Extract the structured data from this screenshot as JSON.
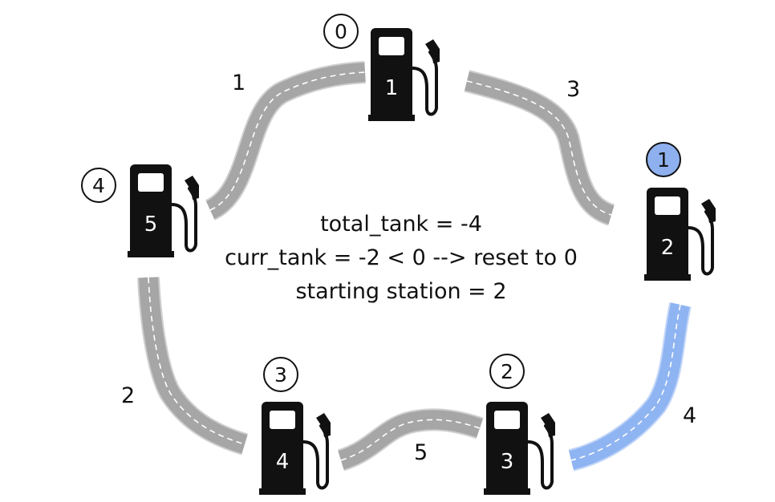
{
  "diagram": {
    "info": {
      "total_tank": "total_tank = -4",
      "curr_tank": "curr_tank = -2 < 0 --> reset to 0",
      "starting_station": "starting station = 2"
    },
    "stations": [
      {
        "id": "station-1",
        "pump_label": "1",
        "gas": "0",
        "highlight": false
      },
      {
        "id": "station-2",
        "pump_label": "2",
        "gas": "1",
        "highlight": true
      },
      {
        "id": "station-3",
        "pump_label": "3",
        "gas": "2",
        "highlight": false
      },
      {
        "id": "station-4",
        "pump_label": "4",
        "gas": "3",
        "highlight": false
      },
      {
        "id": "station-5",
        "pump_label": "5",
        "gas": "4",
        "highlight": false
      }
    ],
    "roads": [
      {
        "id": "road-1-2",
        "cost": "3",
        "highlight": false
      },
      {
        "id": "road-2-3",
        "cost": "4",
        "highlight": true
      },
      {
        "id": "road-3-4",
        "cost": "5",
        "highlight": false
      },
      {
        "id": "road-4-5",
        "cost": "2",
        "highlight": false
      },
      {
        "id": "road-5-1",
        "cost": "1",
        "highlight": false
      }
    ],
    "colors": {
      "pump": "#111111",
      "road_gray": "#a6a6a6",
      "road_blue": "#8fb4f2",
      "highlight_fill": "#8fb0ef",
      "circle_stroke": "#111111"
    }
  }
}
